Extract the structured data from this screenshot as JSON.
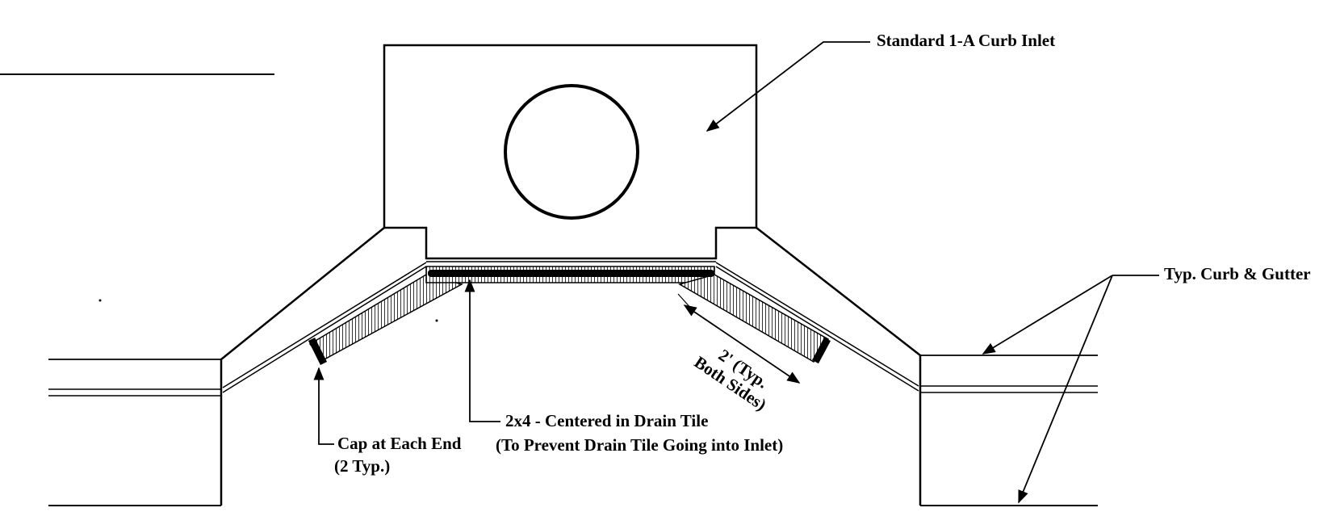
{
  "labels": {
    "curb_inlet": "Standard 1-A Curb Inlet",
    "curb_gutter": "Typ. Curb & Gutter",
    "dimension_line1": "2' (Typ.",
    "dimension_line2": "Both Sides)",
    "two_by_four_line1": "2x4 - Centered in Drain Tile",
    "two_by_four_line2": "(To Prevent Drain Tile Going into Inlet)",
    "cap_line1": "Cap at Each End",
    "cap_line2": "(2 Typ.)"
  },
  "colors": {
    "ink": "#000000",
    "background": "#ffffff"
  }
}
